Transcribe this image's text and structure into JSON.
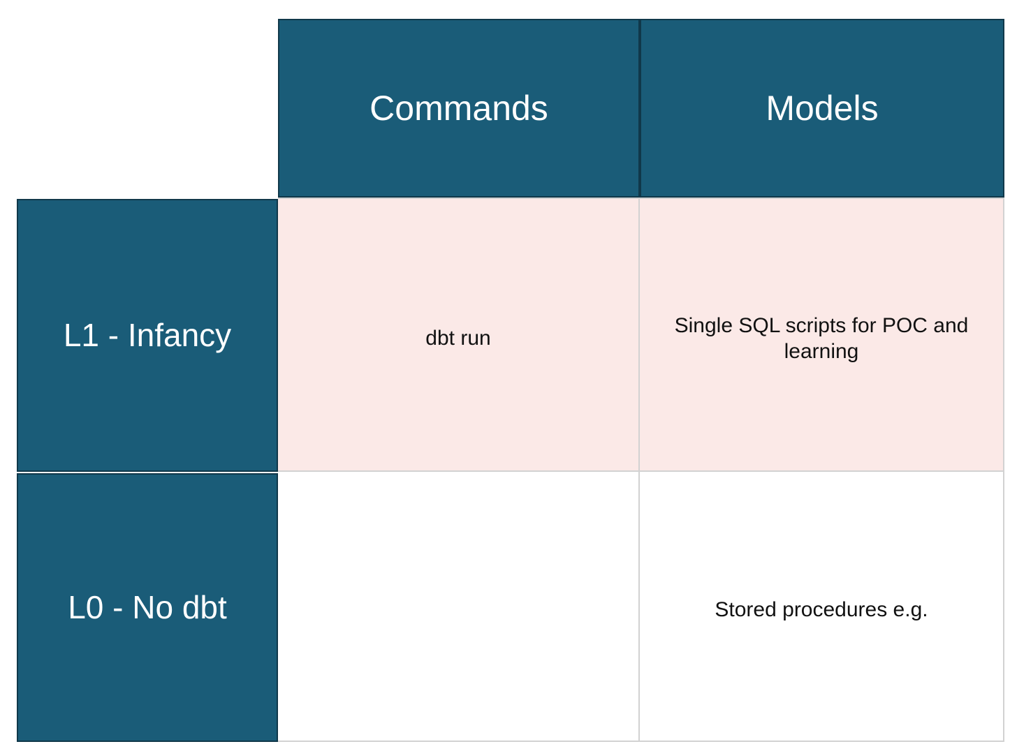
{
  "matrix": {
    "colors": {
      "header_teal": "#1a5c78",
      "header_border": "#10384a",
      "row_fill_pink": "#fbe9e7",
      "row_fill_white": "#ffffff",
      "grid_line": "#d2d2d2",
      "header_text": "#ffffff",
      "body_text": "#111111"
    },
    "corner_label": "",
    "columns": [
      {
        "key": "commands",
        "label": "Commands"
      },
      {
        "key": "models",
        "label": "Models"
      }
    ],
    "rows": [
      {
        "key": "l1",
        "label": "L1 - Infancy",
        "fill": "pink",
        "cells": {
          "commands": "dbt run",
          "models": "Single SQL scripts for POC and learning"
        }
      },
      {
        "key": "l0",
        "label": "L0 - No dbt",
        "fill": "white",
        "cells": {
          "commands": "",
          "models": "Stored procedures e.g."
        }
      }
    ]
  }
}
